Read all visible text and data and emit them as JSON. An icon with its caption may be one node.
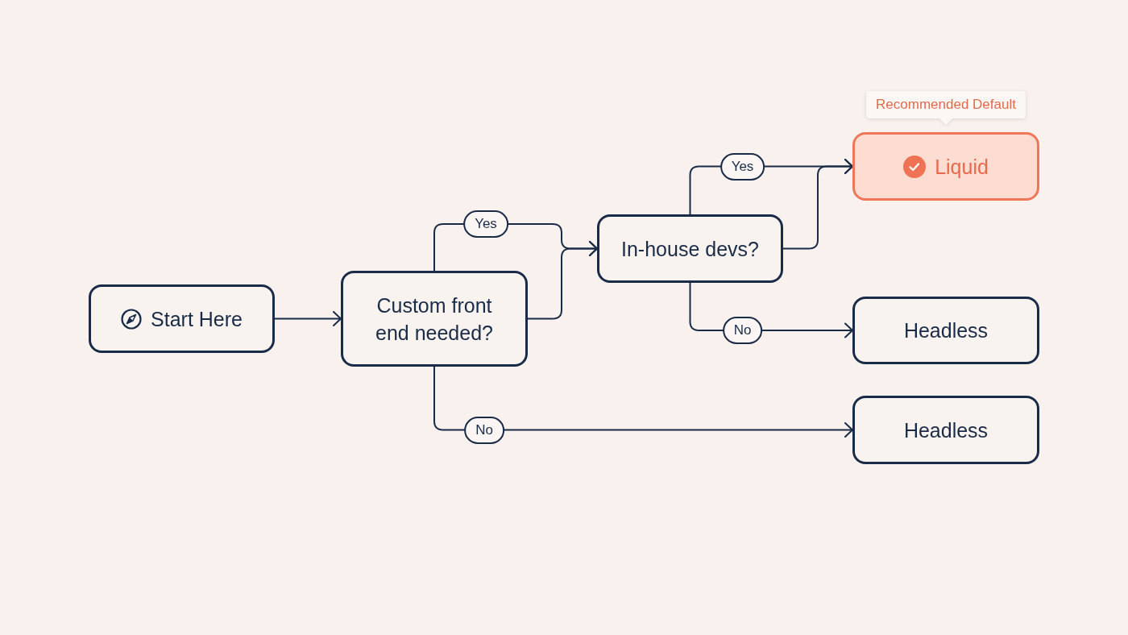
{
  "diagram": {
    "nodes": [
      {
        "text": [
          "Start Here"
        ]
      },
      {
        "text": [
          "Custom front end needed?"
        ]
      },
      {
        "text": [
          "In-house devs?"
        ]
      },
      {
        "text": [
          "Liquid"
        ],
        "beside": [
          "Recommended Default"
        ]
      },
      {
        "text": [
          "Headless"
        ]
      },
      {
        "text": [
          "Headless"
        ]
      }
    ],
    "edges": [
      {
        "from": 0,
        "to": 1,
        "arrow": "to"
      },
      {
        "from": 1,
        "to": 2,
        "arrow": "to",
        "label": "Yes"
      },
      {
        "from": 1,
        "to": 2,
        "arrow": "to"
      },
      {
        "from": 2,
        "to": 3,
        "arrow": "to",
        "label": "Yes"
      },
      {
        "from": 2,
        "to": 3,
        "arrow": "to"
      },
      {
        "from": 2,
        "to": 4,
        "arrow": "to",
        "label": "No"
      },
      {
        "from": 1,
        "to": 5,
        "arrow": "to",
        "label": "No"
      }
    ]
  }
}
